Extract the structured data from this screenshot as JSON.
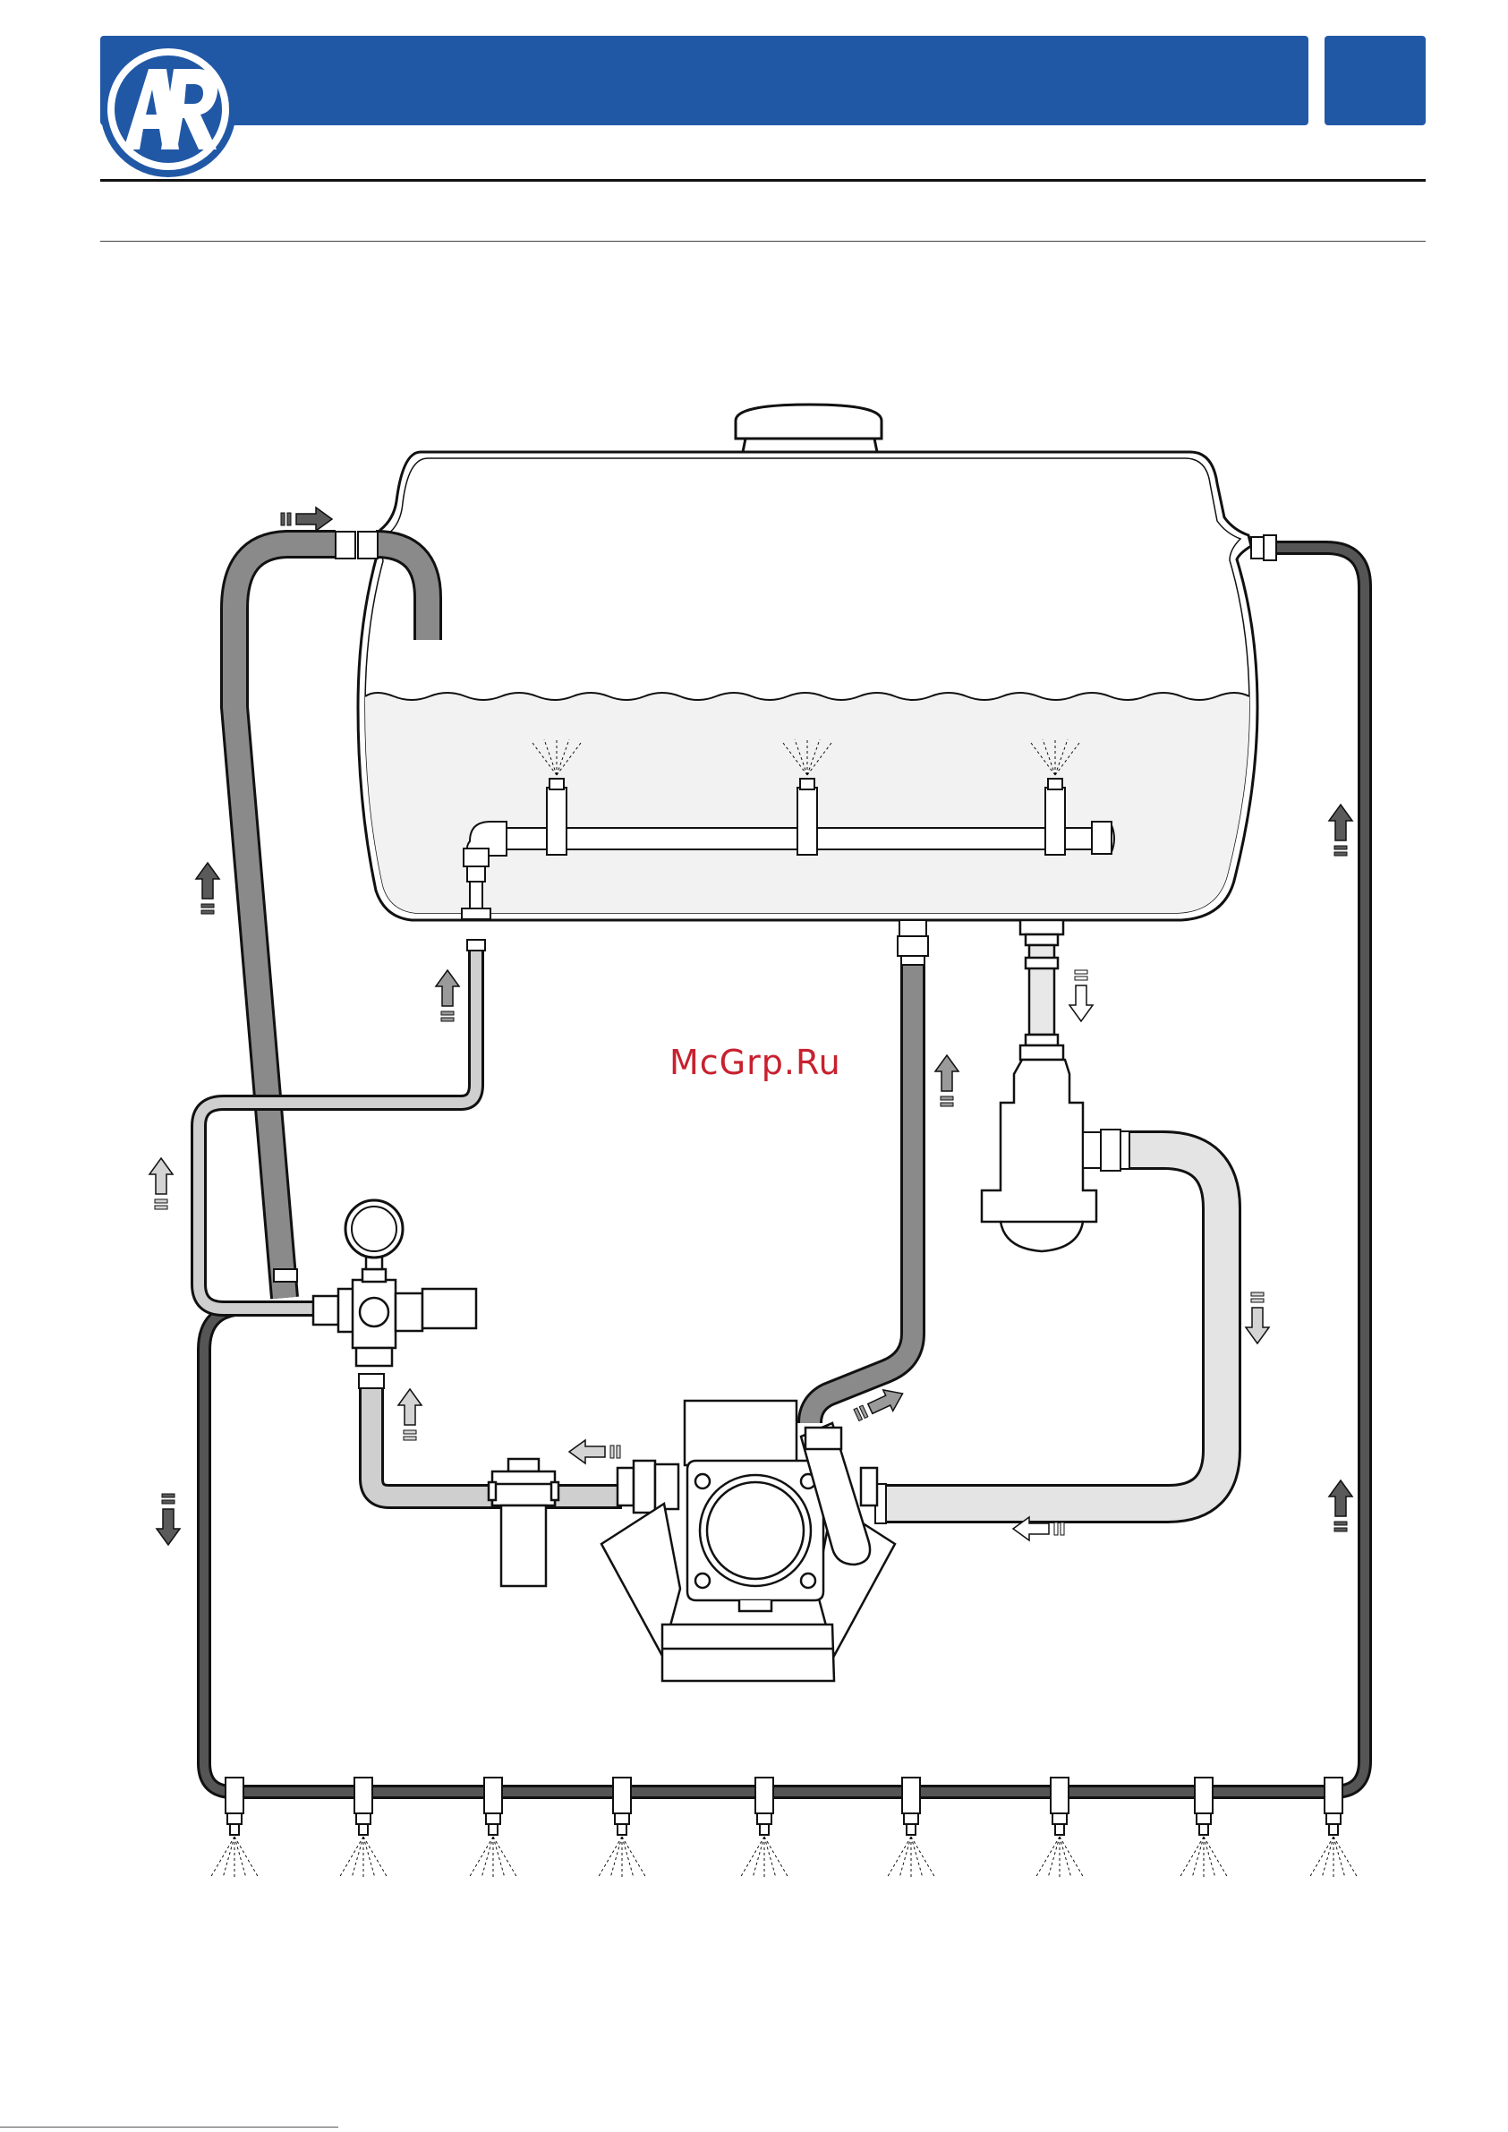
{
  "header": {
    "brand_color": "#2158a6",
    "logo": {
      "name": "AR logo",
      "letters": "AR"
    }
  },
  "watermark": {
    "text": "McGrp.Ru",
    "color": "#c8202f"
  },
  "diagram": {
    "type": "sprayer circuit schematic",
    "components": [
      "tank",
      "tank-lid",
      "agitator-pipe",
      "suction-filter",
      "diaphragm-pump",
      "pressure-regulator",
      "pressure-gauge",
      "pressure-filter",
      "boom-nozzles"
    ],
    "nozzle_count": 9,
    "agitator_nozzle_count": 3,
    "hose_colors": {
      "dark": "#555555",
      "medium": "#8a8a8a",
      "light": "#cfcfcf",
      "lighter": "#e4e4e4"
    }
  }
}
